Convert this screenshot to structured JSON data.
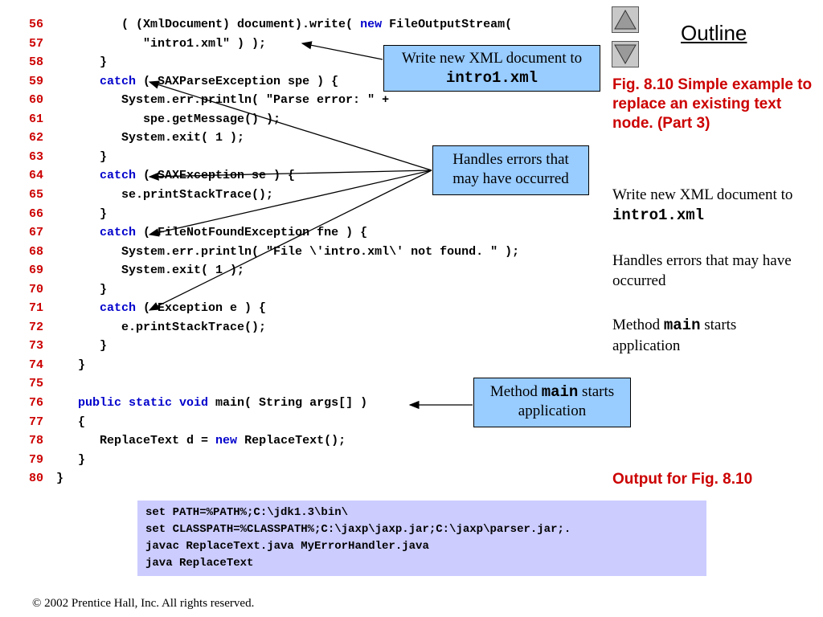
{
  "code_lines": [
    {
      "n": "56",
      "parts": [
        {
          "t": "         ( (XmlDocument) document).write( "
        },
        {
          "t": "new",
          "k": 1
        },
        {
          "t": " FileOutputStream("
        }
      ]
    },
    {
      "n": "57",
      "parts": [
        {
          "t": "            \"intro1.xml\" ) );"
        }
      ]
    },
    {
      "n": "58",
      "parts": [
        {
          "t": "      }"
        }
      ]
    },
    {
      "n": "59",
      "parts": [
        {
          "t": "      "
        },
        {
          "t": "catch",
          "k": 1
        },
        {
          "t": " ( SAXParseException spe ) {"
        }
      ]
    },
    {
      "n": "60",
      "parts": [
        {
          "t": "         System.err.println( \"Parse error: \" +"
        }
      ]
    },
    {
      "n": "61",
      "parts": [
        {
          "t": "            spe.getMessage() );"
        }
      ]
    },
    {
      "n": "62",
      "parts": [
        {
          "t": "         System.exit( 1 );"
        }
      ]
    },
    {
      "n": "63",
      "parts": [
        {
          "t": "      }"
        }
      ]
    },
    {
      "n": "64",
      "parts": [
        {
          "t": "      "
        },
        {
          "t": "catch",
          "k": 1
        },
        {
          "t": " ( SAXException se ) {"
        }
      ]
    },
    {
      "n": "65",
      "parts": [
        {
          "t": "         se.printStackTrace();"
        }
      ]
    },
    {
      "n": "66",
      "parts": [
        {
          "t": "      }"
        }
      ]
    },
    {
      "n": "67",
      "parts": [
        {
          "t": "      "
        },
        {
          "t": "catch",
          "k": 1
        },
        {
          "t": " ( FileNotFoundException fne ) {"
        }
      ]
    },
    {
      "n": "68",
      "parts": [
        {
          "t": "         System.err.println( \"File \\'intro.xml\\' not found. \" );"
        }
      ]
    },
    {
      "n": "69",
      "parts": [
        {
          "t": "         System.exit( 1 );"
        }
      ]
    },
    {
      "n": "70",
      "parts": [
        {
          "t": "      }"
        }
      ]
    },
    {
      "n": "71",
      "parts": [
        {
          "t": "      "
        },
        {
          "t": "catch",
          "k": 1
        },
        {
          "t": " ( Exception e ) {"
        }
      ]
    },
    {
      "n": "72",
      "parts": [
        {
          "t": "         e.printStackTrace();"
        }
      ]
    },
    {
      "n": "73",
      "parts": [
        {
          "t": "      }"
        }
      ]
    },
    {
      "n": "74",
      "parts": [
        {
          "t": "   }"
        }
      ]
    },
    {
      "n": "75",
      "parts": [
        {
          "t": ""
        }
      ]
    },
    {
      "n": "76",
      "parts": [
        {
          "t": "   "
        },
        {
          "t": "public static void",
          "k": 1
        },
        {
          "t": " main( String args[] )"
        }
      ]
    },
    {
      "n": "77",
      "parts": [
        {
          "t": "   {"
        }
      ]
    },
    {
      "n": "78",
      "parts": [
        {
          "t": "      ReplaceText d = "
        },
        {
          "t": "new",
          "k": 1
        },
        {
          "t": " ReplaceText();"
        }
      ]
    },
    {
      "n": "79",
      "parts": [
        {
          "t": "   }"
        }
      ]
    },
    {
      "n": "80",
      "parts": [
        {
          "t": "}"
        }
      ]
    }
  ],
  "callouts": {
    "write": {
      "text": "Write new XML document to ",
      "code": "intro1.xml"
    },
    "handles": {
      "text": "Handles errors that may have occurred"
    },
    "main": {
      "text_before": "Method ",
      "code": "main",
      "text_after": " starts application"
    }
  },
  "sidebar": {
    "outline": "Outline",
    "fig_title": "Fig. 8.10  Simple example to replace an existing text node. (Part 3)",
    "note1": {
      "text": "Write new XML document to ",
      "code": "intro1.xml"
    },
    "note2": "Handles errors that may have occurred",
    "note3": {
      "text_before": "Method ",
      "code": "main",
      "text_after": " starts application"
    },
    "output_label": "Output for Fig. 8.10"
  },
  "commands": [
    "set PATH=%PATH%;C:\\jdk1.3\\bin\\",
    "set CLASSPATH=%CLASSPATH%;C:\\jaxp\\jaxp.jar;C:\\jaxp\\parser.jar;.",
    "javac ReplaceText.java MyErrorHandler.java",
    "java ReplaceText"
  ],
  "copyright": "© 2002 Prentice Hall, Inc.  All rights reserved.",
  "colors": {
    "line_number": "#cc0000",
    "keyword": "#0000cc",
    "callout_bg": "#99ccff",
    "command_bg": "#ccccff",
    "title_red": "#cc0000"
  },
  "icons": {
    "prev": "triangle-up-icon",
    "next": "triangle-down-icon"
  }
}
